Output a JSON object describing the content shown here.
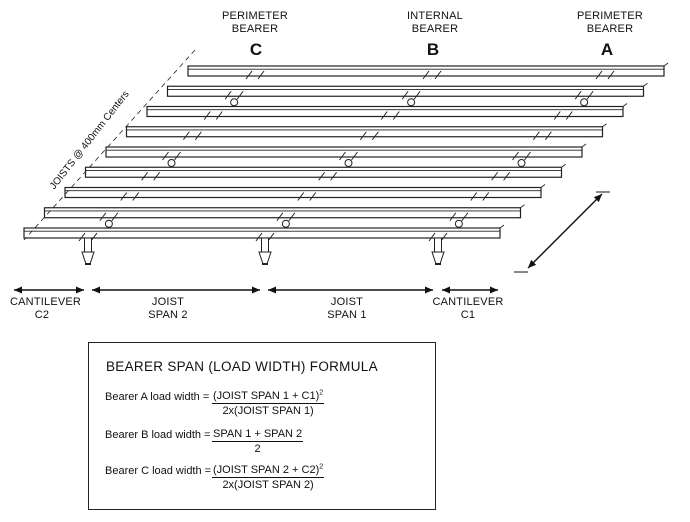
{
  "bearers": [
    {
      "letter": "C",
      "title_line1": "PERIMETER",
      "title_line2": "BEARER"
    },
    {
      "letter": "B",
      "title_line1": "INTERNAL",
      "title_line2": "BEARER"
    },
    {
      "letter": "A",
      "title_line1": "PERIMETER",
      "title_line2": "BEARER"
    }
  ],
  "joists_note": "JOISTS @ 400mm Centers",
  "spans": [
    {
      "line1": "CANTILEVER",
      "line2": "C2"
    },
    {
      "line1": "JOIST",
      "line2": "SPAN 2"
    },
    {
      "line1": "JOIST",
      "line2": "SPAN 1"
    },
    {
      "line1": "CANTILEVER",
      "line2": "C1"
    }
  ],
  "formula": {
    "title": "BEARER SPAN (LOAD WIDTH) FORMULA",
    "rows": [
      {
        "prefix": "Bearer A load width =",
        "numerator": "(JOIST SPAN 1 + C1)",
        "numerator_sup": "2",
        "denominator": "2x(JOIST SPAN 1)"
      },
      {
        "prefix": "Bearer B load width =",
        "numerator": "SPAN 1 + SPAN 2",
        "numerator_sup": "",
        "denominator": "2"
      },
      {
        "prefix": "Bearer C load width =",
        "numerator": "(JOIST SPAN 2 + C2)",
        "numerator_sup": "2",
        "denominator": "2x(JOIST SPAN 2)"
      }
    ]
  }
}
